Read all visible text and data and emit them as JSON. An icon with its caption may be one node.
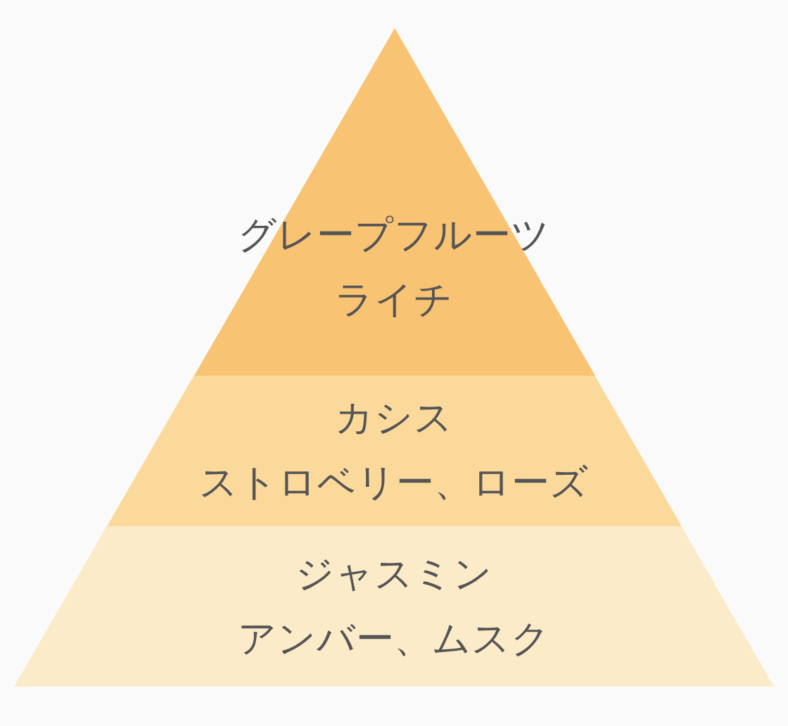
{
  "diagram": {
    "nodes": [
      {
        "text": [
          "グレープフルーツ",
          "ライチ"
        ]
      },
      {
        "text": [
          "カシス",
          "ストロベリー、ローズ"
        ]
      },
      {
        "text": [
          "ジャスミン",
          "アンバー、ムスク"
        ]
      }
    ]
  }
}
